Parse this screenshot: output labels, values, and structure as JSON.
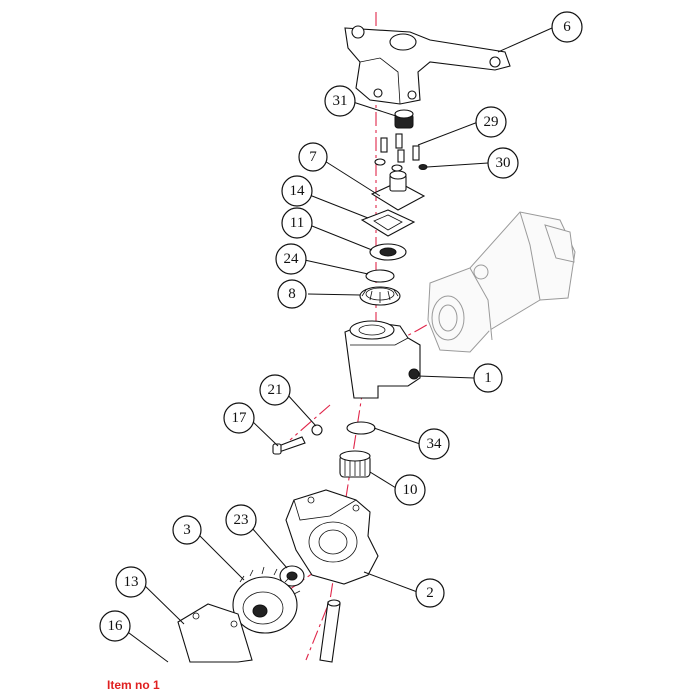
{
  "caption": "Item no 1",
  "callouts": [
    {
      "label": "6"
    },
    {
      "label": "31"
    },
    {
      "label": "29"
    },
    {
      "label": "30"
    },
    {
      "label": "7"
    },
    {
      "label": "14"
    },
    {
      "label": "11"
    },
    {
      "label": "24"
    },
    {
      "label": "8"
    },
    {
      "label": "1"
    },
    {
      "label": "21"
    },
    {
      "label": "17"
    },
    {
      "label": "34"
    },
    {
      "label": "10"
    },
    {
      "label": "3"
    },
    {
      "label": "23"
    },
    {
      "label": "13"
    },
    {
      "label": "2"
    },
    {
      "label": "16"
    }
  ],
  "colors": {
    "axis_line": "#e0264a",
    "caption": "#e02020",
    "linework": "#111111",
    "ghost_part": "#9a9a9a"
  }
}
